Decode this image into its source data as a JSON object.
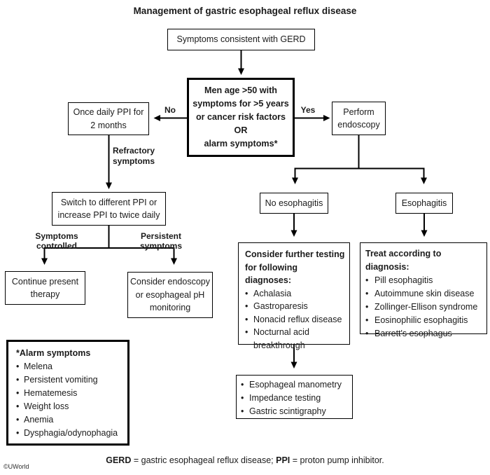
{
  "title": "Management of gastric esophageal reflux disease",
  "flow": {
    "symptoms_box": "Symptoms consistent with GERD",
    "decision_box": {
      "line1": "Men age >50 with",
      "line2": "symptoms for >5 years",
      "line3": "or cancer risk factors",
      "line4": "OR",
      "line5": "alarm symptoms*"
    },
    "branch_no": "No",
    "branch_yes": "Yes",
    "ppi_box": {
      "line1": "Once daily PPI for",
      "line2": "2 months"
    },
    "refractory_label": "Refractory symptoms",
    "switch_box": {
      "line1": "Switch to different PPI or",
      "line2": "increase PPI to twice daily"
    },
    "controlled_label": "Symptoms controlled",
    "persistent_label": "Persistent symptoms",
    "continue_box": {
      "line1": "Continue present",
      "line2": "therapy"
    },
    "monitor_box": {
      "line1": "Consider endoscopy",
      "line2": "or esophageal pH",
      "line3": "monitoring"
    },
    "endoscopy_box": {
      "line1": "Perform",
      "line2": "endoscopy"
    },
    "no_esophagitis_box": "No esophagitis",
    "esophagitis_box": "Esophagitis",
    "consider_box": {
      "header1": "Consider further testing",
      "header2": "for following diagnoses:",
      "items": [
        "Achalasia",
        "Gastroparesis",
        "Nonacid reflux disease",
        "Nocturnal acid breakthrough"
      ]
    },
    "tests_box": {
      "items": [
        "Esophageal manometry",
        "Impedance testing",
        "Gastric scintigraphy"
      ]
    },
    "treat_box": {
      "header": "Treat according to diagnosis:",
      "items": [
        "Pill esophagitis",
        "Autoimmune skin disease",
        "Zollinger-Ellison syndrome",
        "Eosinophilic esophagitis",
        "Barrett's esophagus"
      ]
    },
    "alarm_box": {
      "header": "*Alarm symptoms",
      "items": [
        "Melena",
        "Persistent vomiting",
        "Hematemesis",
        "Weight loss",
        "Anemia",
        "Dysphagia/odynophagia"
      ]
    }
  },
  "footnote": {
    "abbr1": "GERD",
    "def1": "= gastric esophageal reflux disease;",
    "abbr2": "PPI",
    "def2": "= proton pump inhibitor."
  },
  "copyright": "©UWorld",
  "colors": {
    "ink": "#1b1b1b",
    "line": "#000000",
    "bg": "#ffffff"
  }
}
